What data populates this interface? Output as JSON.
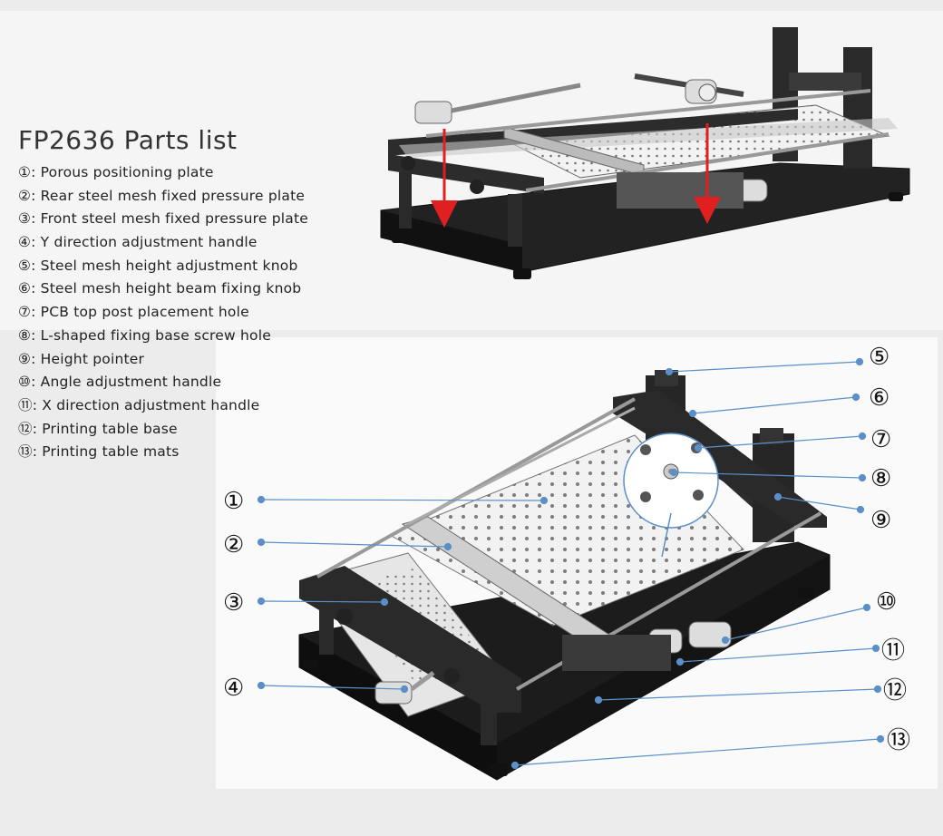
{
  "title": "FP2636 Parts list",
  "parts": [
    {
      "num": "①",
      "label": ": Porous positioning plate"
    },
    {
      "num": "②",
      "label": ": Rear steel mesh fixed pressure plate"
    },
    {
      "num": "③",
      "label": ": Front steel mesh fixed pressure plate"
    },
    {
      "num": "④",
      "label": ": Y direction adjustment handle"
    },
    {
      "num": "⑤",
      "label": ": Steel mesh height adjustment knob"
    },
    {
      "num": "⑥",
      "label": ": Steel mesh height beam fixing knob"
    },
    {
      "num": "⑦",
      "label": ": PCB top post placement hole"
    },
    {
      "num": "⑧",
      "label": ":  L-shaped fixing base screw hole"
    },
    {
      "num": "⑨",
      "label": ": Height pointer"
    },
    {
      "num": "⑩",
      "label": ": Angle adjustment handle"
    },
    {
      "num": "⑪",
      "label": ": X direction adjustment handle"
    },
    {
      "num": "⑫",
      "label": ": Printing table base"
    },
    {
      "num": "⑬",
      "label": ": Printing table mats"
    }
  ],
  "callouts": {
    "c1": "①",
    "c2": "②",
    "c3": "③",
    "c4": "④",
    "c5": "⑤",
    "c6": "⑥",
    "c7": "⑦",
    "c8": "⑧",
    "c9": "⑨",
    "c10": "⑩",
    "c11": "⑪",
    "c12": "⑫",
    "c13": "⑬"
  },
  "colors": {
    "leader": "#5b8fc8",
    "base": "#1c1c1c",
    "plate": "#f2f2f2",
    "arrow": "#e02020"
  }
}
